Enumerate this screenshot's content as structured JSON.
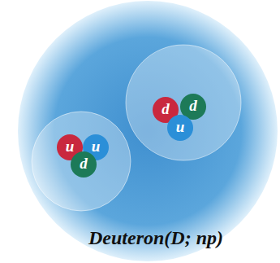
{
  "diagram": {
    "nodes": [
      {
        "text": [
          "Deuteron(D; np)"
        ]
      },
      {
        "text": [
          "u"
        ],
        "in": 0
      },
      {
        "text": [
          "u"
        ],
        "in": 0
      },
      {
        "text": [
          "d"
        ],
        "in": 0
      },
      {
        "text": [
          "d"
        ],
        "in": 0
      },
      {
        "text": [
          "d"
        ],
        "in": 0
      },
      {
        "text": [
          "u"
        ],
        "in": 0
      }
    ]
  }
}
